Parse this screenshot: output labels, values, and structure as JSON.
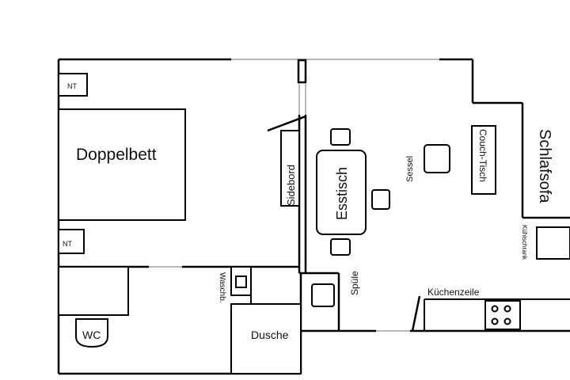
{
  "labels": {
    "nt_top": "NT",
    "doppelbett": "Doppelbett",
    "nt_bottom": "NT",
    "wc": "WC",
    "waschb": "Waschb.",
    "dusche": "Dusche",
    "sideboard": "Sidebord",
    "esstisch": "Esstisch",
    "sessel": "Sessel",
    "couch_tisch": "Couch-Tisch",
    "schlafsofa": "Schlafsofa",
    "kuehlschrank": "Kühlschrank",
    "spuele": "Spüle",
    "kuechenzeile": "Küchenzeile"
  },
  "colors": {
    "wall": "#000000",
    "door_gap": "#b8b8b8",
    "background": "#ffffff"
  }
}
